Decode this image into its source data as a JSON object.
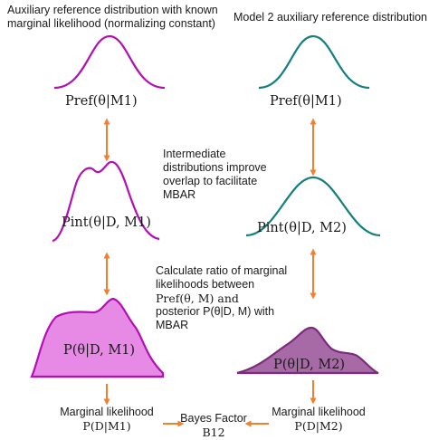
{
  "colors": {
    "magenta": "#b30fb3",
    "magenta_fill": "#e68ae6",
    "teal": "#137f7f",
    "purple": "#7a2c7a",
    "purple_fill": "#a76aa7",
    "arrow": "#f08030"
  },
  "left": {
    "title_line1": "Auxiliary reference distribution with known",
    "title_line2": "marginal likelihood (normalizing constant)",
    "ref_label": "Pref(θ|M1)",
    "int_label": "Pint(θ|D, M1)",
    "post_label": "P(θ|D, M1)",
    "ml_line1": "Marginal likelihood",
    "ml_line2": "P(D|M1)"
  },
  "right": {
    "title": "Model 2 auxiliary reference distribution",
    "ref_label": "Pref(θ|M1)",
    "int_label": "Pint(θ|D, M2)",
    "post_label": "P(θ|D, M2)",
    "ml_line1": "Marginal likelihood",
    "ml_line2": "P(D|M2)"
  },
  "middle": {
    "note1": [
      "Intermediate",
      "distributions improve",
      "overlap to facilitate",
      "MBAR"
    ],
    "note2_line1": "Calculate ratio of marginal",
    "note2_line2": "likelihoods between",
    "note2_line3": "Pref(θ, M) and",
    "note2_line4": "posterior P(θ|D, M) with",
    "note2_line5": "MBAR",
    "bayes_line1": "Bayes Factor",
    "bayes_line2": "B12"
  }
}
